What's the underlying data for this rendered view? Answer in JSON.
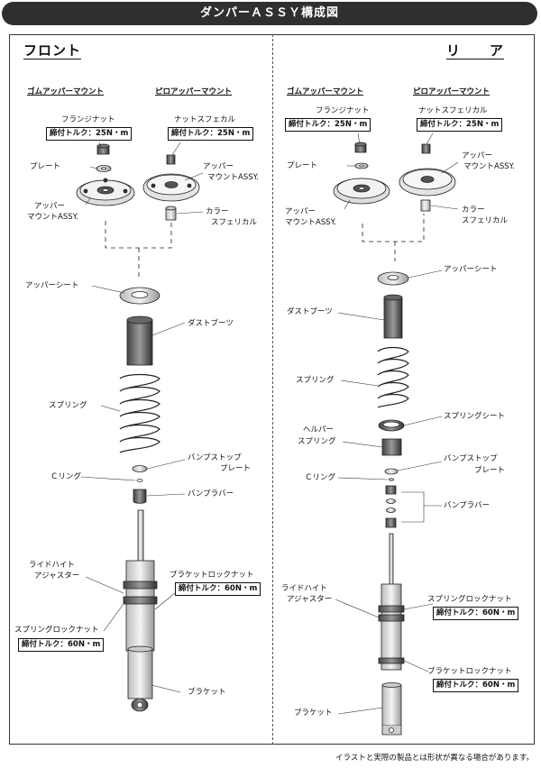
{
  "header": {
    "title": "ダンパーＡＳＳＹ構成図"
  },
  "front": {
    "heading": "フロント",
    "rubber_mount": "ゴムアッパーマウント",
    "pillow_mount": "ピロアッパーマウント",
    "labels": {
      "flange_nut": "フランジナット",
      "nut_spherical": "ナットスフェカル",
      "plate": "プレート",
      "upper_mount_a": "アッパー",
      "upper_mount_b": "マウントASSY.",
      "upper_mount2_a": "アッパー",
      "upper_mount2_b": "マウントASSY.",
      "collar_a": "カラー",
      "collar_b": "スフェリカル",
      "upper_seat": "アッパーシート",
      "dust_boot": "ダストブーツ",
      "spring": "スプリング",
      "bump_plate_a": "バンプストップ",
      "bump_plate_b": "プレート",
      "c_ring": "Ｃリング",
      "bump_rubber": "バンプラバー",
      "ride_height_a": "ライドハイト",
      "ride_height_b": "アジャスター",
      "bracket_locknut": "ブラケットロックナット",
      "spring_locknut": "スプリングロックナット",
      "bracket": "ブラケット"
    },
    "torque": {
      "flange": "締付トルク：25N・m",
      "spherical": "締付トルク：25N・m",
      "bracket": "締付トルク：60N・m",
      "spring": "締付トルク：60N・m"
    }
  },
  "rear": {
    "heading": "リ　　ア",
    "rubber_mount": "ゴムアッパーマウント",
    "pillow_mount": "ピロアッパーマウント",
    "labels": {
      "flange_nut": "フランジナット",
      "nut_spherical": "ナットスフェリカル",
      "plate": "プレート",
      "upper_mount_a": "アッパー",
      "upper_mount_b": "マウントASSY.",
      "upper_mount2_a": "アッパー",
      "upper_mount2_b": "マウントASSY.",
      "collar_a": "カラー",
      "collar_b": "スフェリカル",
      "upper_seat": "アッパーシート",
      "dust_boot": "ダストブーツ",
      "spring": "スプリング",
      "spring_seat": "スプリングシート",
      "helper_a": "ヘルパー",
      "helper_b": "スプリング",
      "bump_plate_a": "バンプストップ",
      "bump_plate_b": "プレート",
      "c_ring": "Ｃリング",
      "bump_rubber": "バンプラバー",
      "ride_height_a": "ライドハイト",
      "ride_height_b": "アジャスター",
      "spring_locknut": "スプリングロックナット",
      "bracket_locknut": "ブラケットロックナット",
      "bracket": "ブラケット"
    },
    "torque": {
      "flange": "締付トルク：25N・m",
      "spherical": "締付トルク：25N・m",
      "spring": "締付トルク：60N・m",
      "bracket": "締付トルク：60N・m"
    }
  },
  "footer": {
    "note": "イラストと実際の製品とは形状が異なる場合があります。"
  }
}
